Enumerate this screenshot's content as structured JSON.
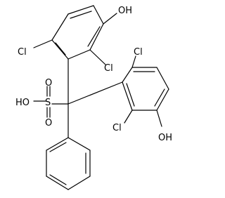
{
  "diagram": {
    "labels": {
      "hydroxyl_top": "OH",
      "chloro_top_left": "Cl",
      "chloro_top_middle": "Cl",
      "chloro_right_top": "Cl",
      "chloro_right_bottom": "Cl",
      "hydroxyl_bottom": "OH",
      "sulfonic_ho": "HO",
      "sulfur": "S",
      "oxo_top": "O",
      "oxo_bottom": "O"
    }
  }
}
